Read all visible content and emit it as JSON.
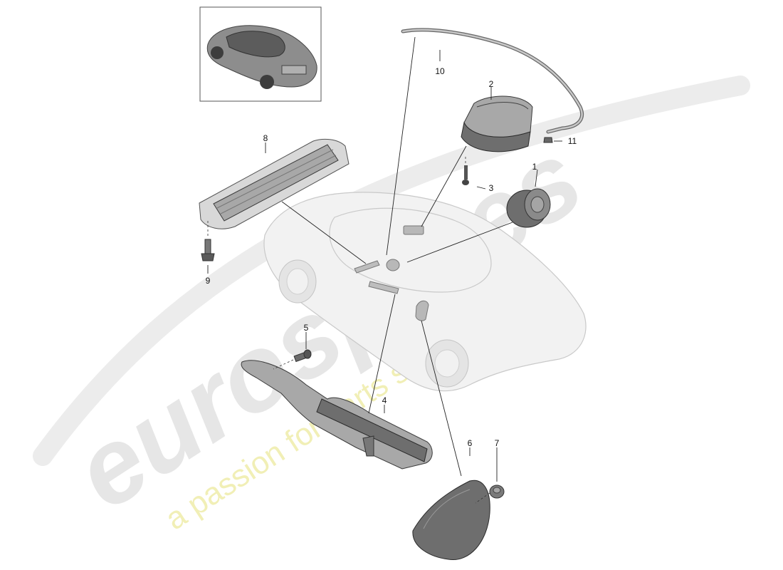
{
  "diagram": {
    "callouts": [
      {
        "id": "1",
        "text": "1"
      },
      {
        "id": "2",
        "text": "2"
      },
      {
        "id": "3",
        "text": "3"
      },
      {
        "id": "4",
        "text": "4"
      },
      {
        "id": "5",
        "text": "5"
      },
      {
        "id": "6",
        "text": "6"
      },
      {
        "id": "7",
        "text": "7"
      },
      {
        "id": "8",
        "text": "8"
      },
      {
        "id": "9",
        "text": "9"
      },
      {
        "id": "10",
        "text": "10"
      },
      {
        "id": "11",
        "text": "11"
      }
    ]
  },
  "watermark": {
    "brand": "eurospares",
    "tagline": "a passion for parts since 1985"
  }
}
